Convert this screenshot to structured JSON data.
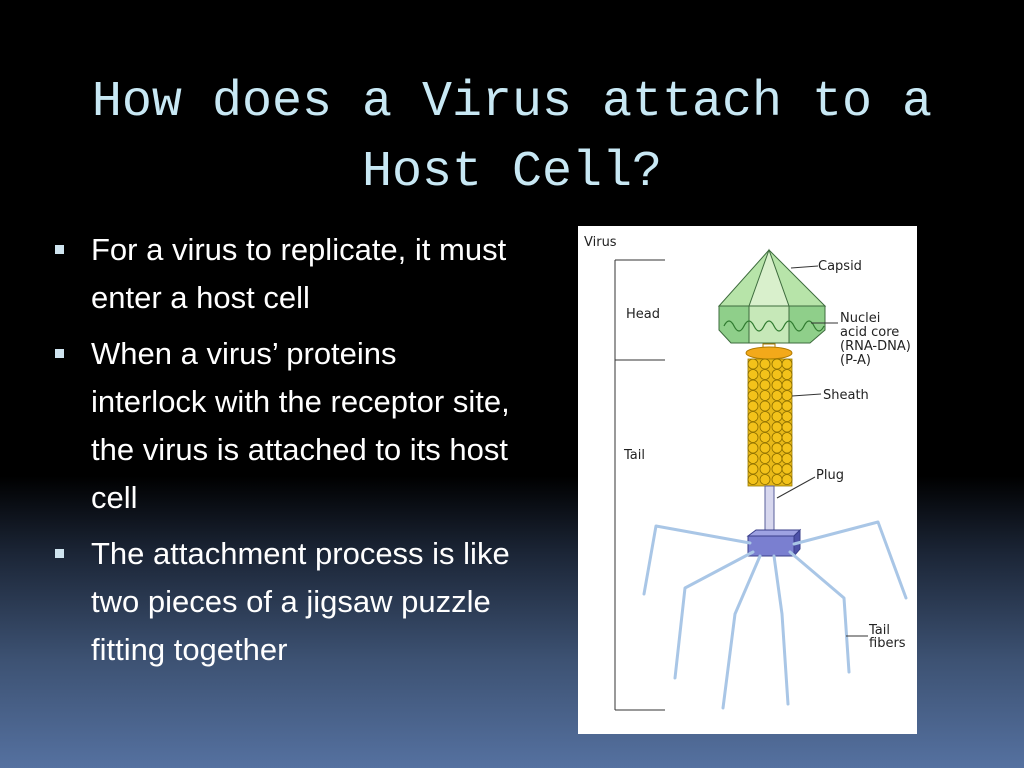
{
  "slide": {
    "title": "How does a Virus attach to a Host Cell?",
    "bullets": [
      "For a virus to replicate, it must enter a host cell",
      "When a virus’ proteins interlock with the receptor site, the virus is attached to its host cell",
      "The attachment process is like two pieces of a jigsaw puzzle fitting together"
    ]
  },
  "figure": {
    "title": "Virus",
    "regions": {
      "head": "Head",
      "tail": "Tail"
    },
    "labels": {
      "capsid": "Capsid",
      "nucleic_acid_core": [
        "Nuclei",
        "acid core",
        "(RNA-DNA)",
        "(P-A)"
      ],
      "sheath": "Sheath",
      "plug": "Plug",
      "tail_fibers": [
        "Tail",
        "fibers"
      ]
    }
  },
  "colors": {
    "title": "#c8e8f4",
    "capsid": "#8fcf8a",
    "sheath": "#f3c21a",
    "tail_fibers": "#a9c6e6",
    "baseplate": "#5a5fbd"
  }
}
